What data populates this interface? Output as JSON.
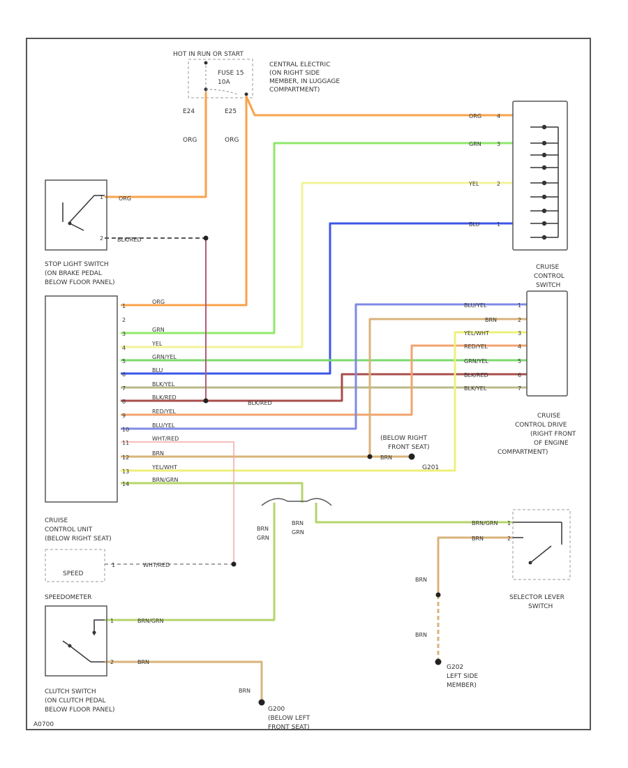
{
  "colors": {
    "org": "#f9a24a",
    "grn": "#8fe86a",
    "yel": "#f3f39a",
    "blu": "#3c55e8",
    "blu_yel": "#7f8ae6",
    "brn": "#d9b37a",
    "red_yel": "#f2a36e",
    "grn_yel": "#7cd96e",
    "blk_red": "#a84c4c",
    "blk_yel": "#b9b98a",
    "wht_red": "#f2a8a8",
    "yel_wht": "#eef07a",
    "brn_grn": "#b6d46a",
    "ground": "#444444"
  },
  "labels": {
    "hot_in_run": "HOT IN RUN OR START",
    "fuse": "FUSE 15",
    "fuse_amp": "10A",
    "central_electric": [
      "CENTRAL ELECTRIC",
      "(ON RIGHT SIDE",
      "MEMBER, IN LUGGAGE",
      "COMPARTMENT)"
    ],
    "e24": "E24",
    "e25": "E25",
    "org1": "ORG",
    "org2": "ORG",
    "stop_light": [
      "STOP LIGHT SWITCH",
      "(ON BRAKE PEDAL",
      "BELOW FLOOR PANEL)"
    ],
    "cruise_switch": [
      "CRUISE",
      "CONTROL",
      "SWITCH"
    ],
    "cruise_drive": [
      "CRUISE",
      "CONTROL DRIVE",
      "(RIGHT FRONT",
      "OF ENGINE",
      "COMPARTMENT)"
    ],
    "below_right_front": [
      "(BELOW RIGHT",
      "FRONT SEAT)"
    ],
    "g201": "G201",
    "cruise_unit": [
      "CRUISE",
      "CONTROL UNIT",
      "(BELOW RIGHT SEAT)"
    ],
    "speed": "SPEED",
    "speedometer": "SPEEDOMETER",
    "clutch_switch": [
      "CLUTCH SWITCH",
      "(ON CLUTCH PEDAL",
      "BELOW FLOOR PANEL)"
    ],
    "g200": "G200",
    "below_left_front": [
      "(BELOW LEFT",
      "FRONT SEAT)"
    ],
    "selector": [
      "SELECTOR LEVER",
      "SWITCH"
    ],
    "g202": "G202",
    "left_side_member": [
      "LEFT SIDE",
      "MEMBER)"
    ],
    "diagram_id": "A0700"
  },
  "wire_labels": {
    "org_top": "ORG",
    "grn_top": "GRN",
    "yel_top": "YEL",
    "blu_top": "BLU",
    "org_stop": "ORG",
    "blk_red_stop": "BLK/RED",
    "blk_red_unit": "BLK/RED",
    "blu_yel_sw": "BLU/YEL",
    "brn_sw": "BRN",
    "yel_wht_sw": "YEL/WHT",
    "red_yel_sw": "RED/YEL",
    "grn_yel_sw": "GRN/YEL",
    "blk_red_sw": "BLK/RED",
    "blk_yel_sw": "BLK/YEL",
    "brn_g201": "BRN",
    "wht_red_speed": "WHT/RED",
    "brn_grn_1": "BRN",
    "brn_grn_2": "GRN",
    "brn_grn_3": "BRN",
    "brn_grn_4": "GRN",
    "brn_grn_sel": "BRN/GRN",
    "brn_sel": "BRN",
    "brn_g202a": "BRN",
    "brn_g202b": "BRN",
    "brn_grn_clutch": "BRN/GRN",
    "brn_clutch": "BRN",
    "brn_g200": "BRN"
  },
  "unit_pins": [
    {
      "num": "1",
      "wire": "ORG"
    },
    {
      "num": "2",
      "wire": ""
    },
    {
      "num": "3",
      "wire": "GRN"
    },
    {
      "num": "4",
      "wire": "YEL"
    },
    {
      "num": "5",
      "wire": "GRN/YEL"
    },
    {
      "num": "6",
      "wire": "BLU"
    },
    {
      "num": "7",
      "wire": "BLK/YEL"
    },
    {
      "num": "8",
      "wire": "BLK/RED"
    },
    {
      "num": "9",
      "wire": "RED/YEL"
    },
    {
      "num": "10",
      "wire": "BLU/YEL"
    },
    {
      "num": "11",
      "wire": "WHT/RED"
    },
    {
      "num": "12",
      "wire": "BRN"
    },
    {
      "num": "13",
      "wire": "YEL/WHT"
    },
    {
      "num": "14",
      "wire": "BRN/GRN"
    }
  ],
  "switch_pins": [
    "1",
    "2",
    "3",
    "4",
    "5",
    "6",
    "7"
  ],
  "drive_pins": [
    "4",
    "3",
    "2",
    "1"
  ],
  "stop_pins": [
    "1",
    "2"
  ],
  "clutch_pins": [
    "1",
    "2"
  ],
  "selector_pins": [
    "1",
    "2"
  ],
  "speed_pin": "1"
}
